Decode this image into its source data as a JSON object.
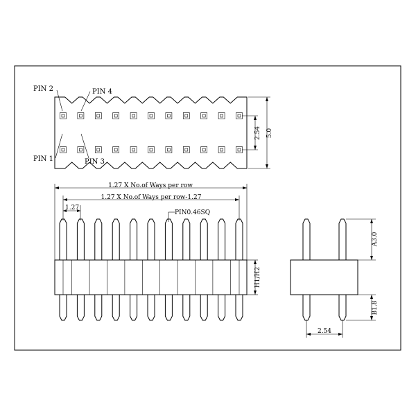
{
  "labels": {
    "pin2": "PIN 2",
    "pin4": "PIN 4",
    "pin1": "PIN 1",
    "pin3": "PIN 3",
    "pin_size": "PIN0.46SQ"
  },
  "dimensions": {
    "overall_length": "1.27 X No.of Ways per row",
    "pitch_span": "1.27 X No.of Ways per row-1.27",
    "pitch": "1.27",
    "row_spacing_top": "2.54",
    "body_width_top": "5.0",
    "heights": "H1/H2",
    "upper_pin": "A3.0",
    "lower_pin": "B1.8",
    "side_row_spacing": "2.54"
  },
  "ways_per_row": 11
}
